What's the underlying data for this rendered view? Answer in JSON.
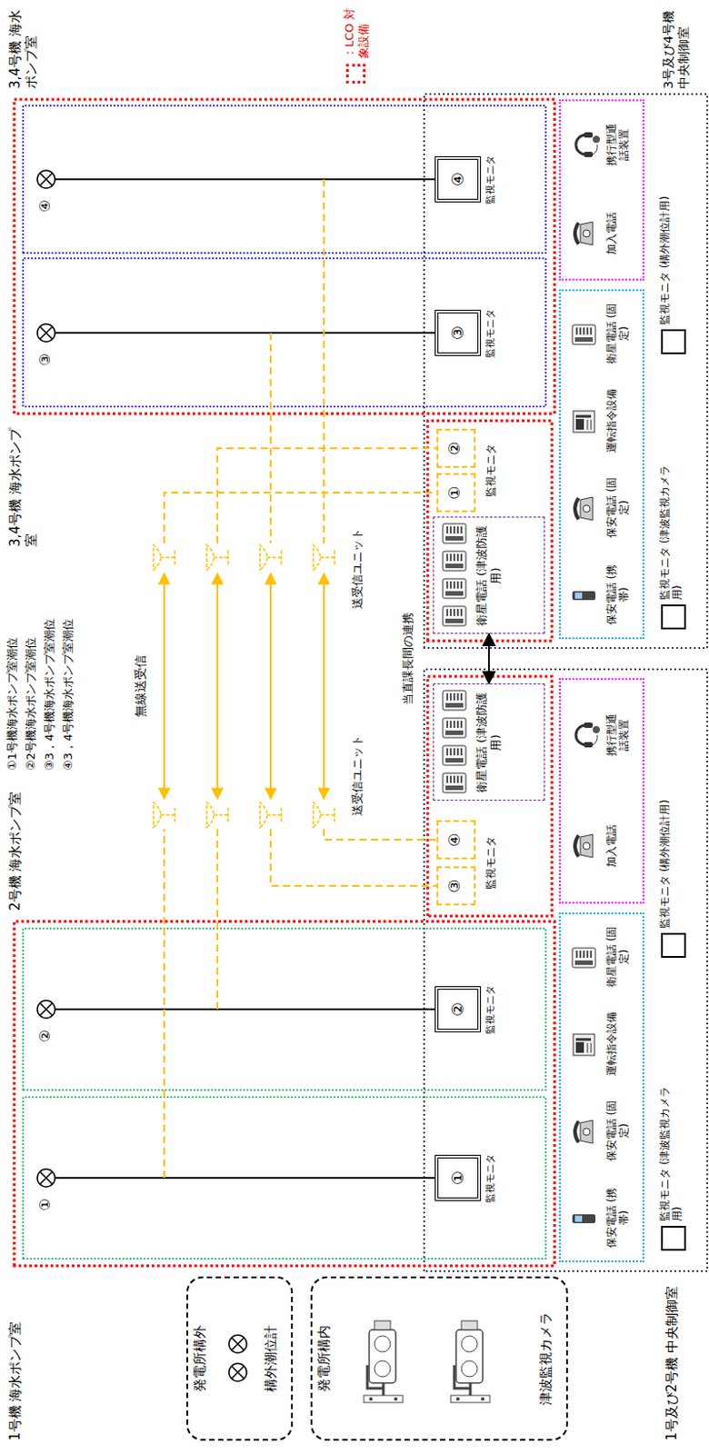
{
  "diagram": {
    "nodes": [
      {
        "text": [
          "発電所構外",
          "構外潮位計"
        ]
      },
      {
        "text": [
          "発電所構内",
          "津波監視カメラ"
        ]
      },
      {
        "text": [
          "①",
          "監視モニタ"
        ]
      },
      {
        "text": [
          "②",
          "監視モニタ"
        ]
      },
      {
        "text": [
          "③"
        ]
      },
      {
        "text": [
          "④"
        ]
      },
      {
        "text": [
          "衛星電話 (津波防護用)"
        ]
      },
      {
        "text": [
          "保安電話 (携帯)",
          "保安電話 (固定)",
          "運転指令設備",
          "衛星電話 (固定)"
        ]
      },
      {
        "text": [
          "加入電話",
          "携行型通話装置"
        ]
      },
      {
        "text": [
          "衛星電話 (津波防護用)"
        ]
      },
      {
        "text": [
          "①"
        ]
      },
      {
        "text": [
          "②"
        ]
      },
      {
        "text": [
          "③",
          "監視モニタ"
        ]
      },
      {
        "text": [
          "④",
          "監視モニタ"
        ]
      },
      {
        "text": [
          "保安電話 (携帯)",
          "保安電話 (固定)",
          "運転指令設備",
          "衛星電話 (固定)"
        ]
      },
      {
        "text": [
          "加入電話",
          "携行型通話装置"
        ]
      }
    ],
    "edges": [
      {
        "from": 6,
        "to": 9,
        "label": "当直課長間の連携",
        "arrow": "both"
      }
    ],
    "labels": [
      "1号機 海水ポンプ室",
      "①",
      "②",
      "2号機 海水ポンプ室",
      "①1号機海水ポンプ室潮位",
      "②2号機海水ポンプ室潮位",
      "③3，4号機海水ポンプ室潮位",
      "④3，4号機海水ポンプ室潮位",
      "3,4号機 海水ポンプ室",
      "無線送受信",
      "送受信ユニット",
      "送受信ユニット",
      "③",
      "④",
      "3,4号機 海水ポンプ室",
      "監視モニタ",
      "監視モニタ",
      "監視モニタ (津波監視カメラ用)",
      "監視モニタ (構外潮位計用)",
      "監視モニタ (津波監視カメラ用)",
      "監視モニタ (構外潮位計用)",
      "1号及び2号機 中央制御室",
      "3号及び4号機 中央制御室"
    ],
    "legend": [
      {
        "text": "：LCO 対象設備"
      }
    ]
  }
}
